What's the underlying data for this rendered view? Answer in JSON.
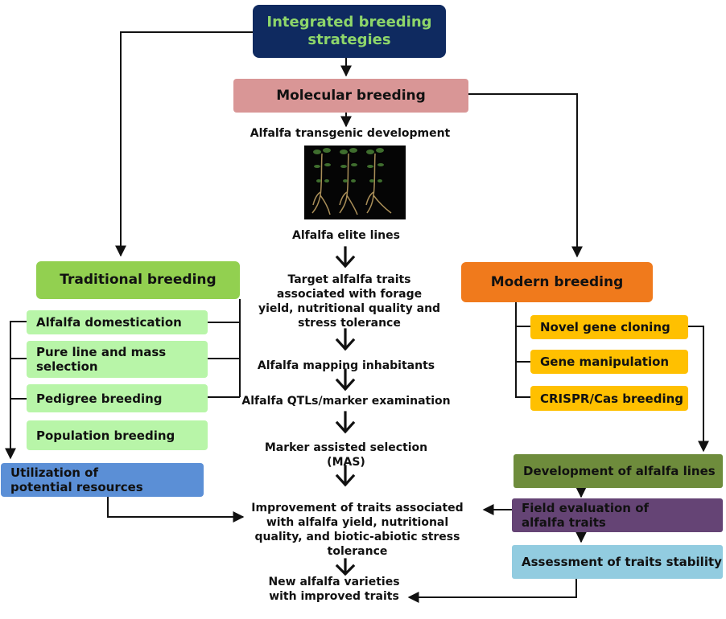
{
  "colors": {
    "top": "#0f2a60",
    "top_text": "#8ed66a",
    "molecular": "#d99696",
    "traditional": "#92d050",
    "traditional_item": "#b8f5a8",
    "modern": "#f07a1c",
    "modern_item": "#ffc000",
    "utilization": "#5b8fd6",
    "development": "#6e8c3c",
    "field": "#654475",
    "assessment": "#92cce0"
  },
  "top": {
    "title": "Integrated breeding strategies"
  },
  "molecular": {
    "title": "Molecular breeding"
  },
  "center_flow": {
    "transgenic": "Alfalfa  transgenic development",
    "photo_icon": "alfalfa-seedlings-photo",
    "elite": "Alfalfa elite lines",
    "target": "Target alfalfa traits associated with forage yield, nutritional quality and stress tolerance",
    "mapping": "Alfalfa mapping inhabitants",
    "qtl": "Alfalfa QTLs/marker examination",
    "mas": "Marker assisted selection (MAS)",
    "improvement": "Improvement of traits associated with alfalfa yield, nutritional quality, and biotic-abiotic stress tolerance",
    "new_varieties": "New alfalfa varieties with improved traits"
  },
  "traditional": {
    "title": "Traditional breeding",
    "items": [
      "Alfalfa domestication",
      "Pure line and mass selection",
      "Pedigree breeding",
      "Population breeding"
    ]
  },
  "utilization": {
    "label": "Utilization of potential resources"
  },
  "modern": {
    "title": "Modern breeding",
    "items": [
      "Novel gene cloning",
      "Gene manipulation",
      "CRISPR/Cas breeding"
    ]
  },
  "right_flow": {
    "development": "Development of alfalfa lines",
    "field": "Field evaluation of alfalfa traits",
    "assessment": "Assessment of traits stability"
  }
}
